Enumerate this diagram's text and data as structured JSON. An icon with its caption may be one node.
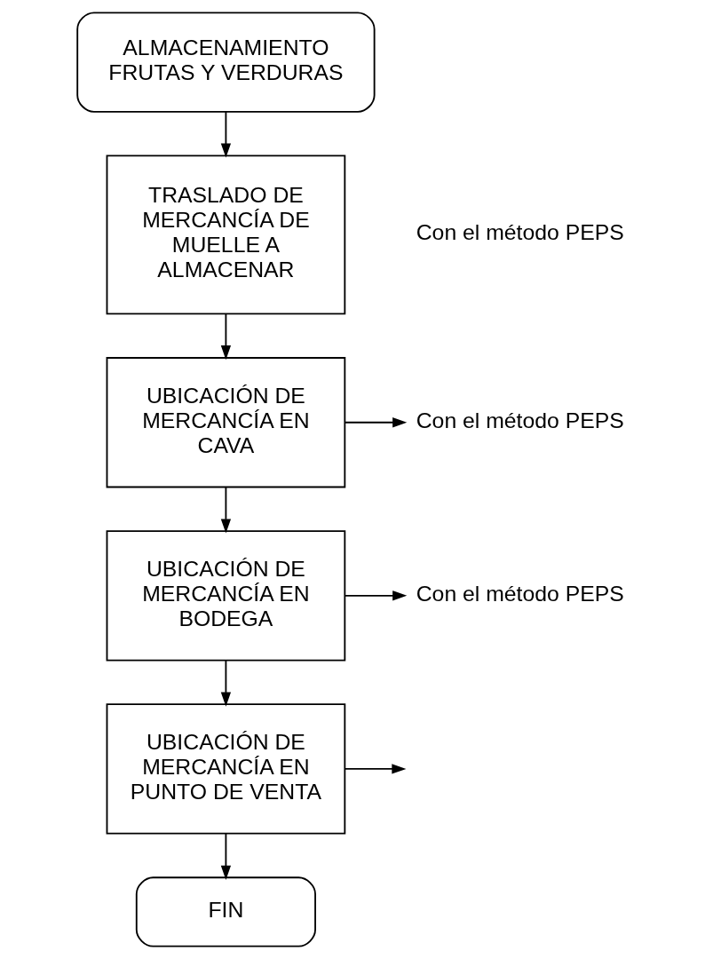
{
  "diagram": {
    "nodes": [
      {
        "text": [
          "ALMACENAMIENTO FRUTAS Y VERDURAS"
        ]
      },
      {
        "text": [
          "TRASLADO DE MERCANCÍA DE MUELLE A ALMACENAR"
        ]
      },
      {
        "text": [
          "UBICACIÓN DE MERCANCÍA EN CAVA"
        ]
      },
      {
        "text": [
          "Con el método PEPS"
        ]
      },
      {
        "text": [
          "UBICACIÓN DE MERCANCÍA EN BODEGA"
        ]
      },
      {
        "text": [
          "Con el método PEPS"
        ]
      },
      {
        "text": [
          "UBICACIÓN DE MERCANCÍA EN PUNTO DE VENTA"
        ]
      },
      {
        "text": [
          "FIN"
        ]
      }
    ],
    "edges": [
      {
        "from": 0,
        "to": 1,
        "arrow": "to"
      },
      {
        "from": 1,
        "to": 2,
        "arrow": "to"
      },
      {
        "from": 2,
        "to": 3,
        "arrow": "to"
      },
      {
        "from": 2,
        "to": 4,
        "arrow": "to"
      },
      {
        "from": 4,
        "to": 5,
        "arrow": "to"
      },
      {
        "from": 4,
        "to": 6,
        "arrow": "to"
      },
      {
        "from": 6,
        "to": null,
        "arrow": "to"
      },
      {
        "from": 6,
        "to": 7,
        "arrow": "to"
      }
    ],
    "labels": [
      "Con el método PEPS"
    ]
  }
}
